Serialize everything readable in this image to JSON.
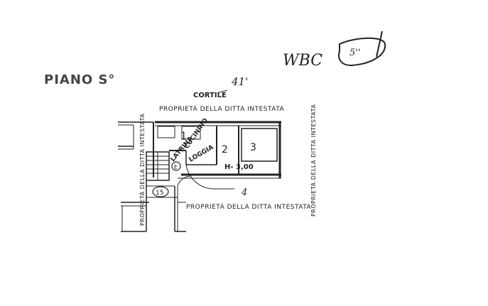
{
  "title": "PIANO S°",
  "labels": {
    "cortile": "CORTILE",
    "prop_top": "PROPRIETÀ DELLA DITTA INTESTATA",
    "prop_bottom": "PROPRIETÀ DELLA DITTA INTESTATA",
    "prop_left": "PROPRIETÀ DELLA DITTA INTESTATA",
    "prop_right": "PROPRIETÀ DELLA DITTA INTESTATA",
    "cucinino": "CUCININO",
    "latrina": "LATRINA",
    "loggia": "LOGGIA",
    "room_1": "1",
    "room_2": "2",
    "room_3": "3",
    "height": "H- 3,00",
    "handwritten_top": "41'",
    "handwritten_bottom": "4",
    "circle_num": "15",
    "stair_mark": "E"
  },
  "handwriting": {
    "signature": "WBC",
    "circled": "5''"
  }
}
